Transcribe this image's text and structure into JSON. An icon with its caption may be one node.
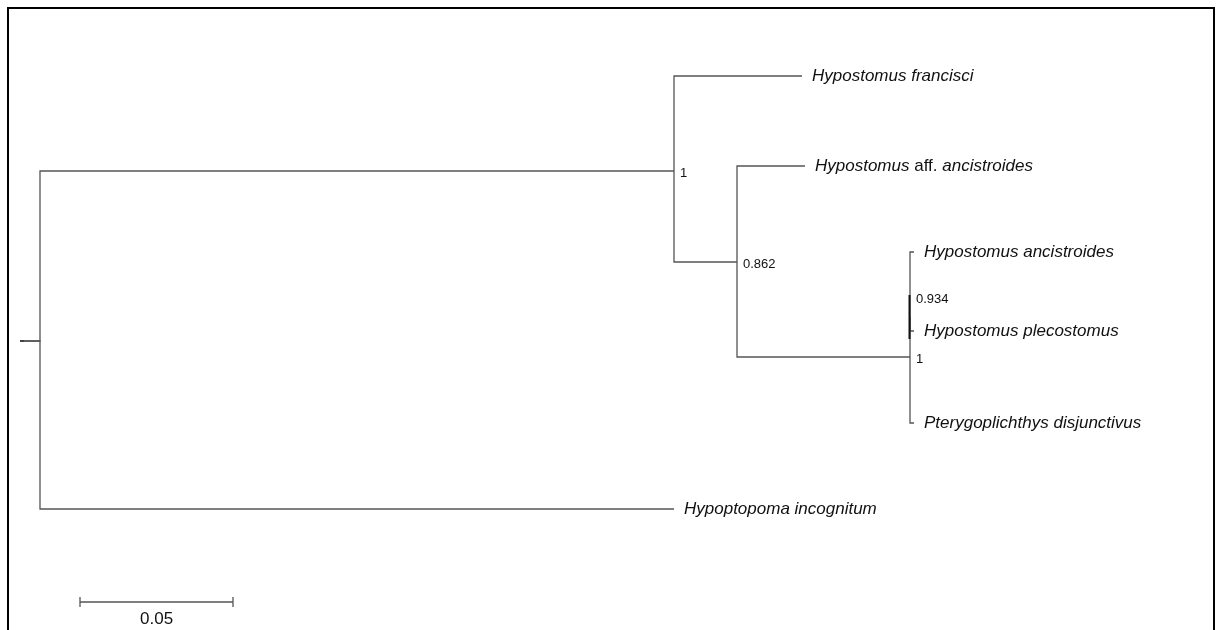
{
  "diagram": {
    "nodes": [
      {
        "text": [],
        "shape": "point"
      },
      {
        "text": [
          "Hypostomus francisci"
        ]
      },
      {
        "text": [
          "1"
        ]
      },
      {
        "text": [
          "*Hypostomus* aff. *ancistroides*"
        ]
      },
      {
        "text": [
          "0.862"
        ]
      },
      {
        "text": [
          "Hypostomus ancistroides"
        ]
      },
      {
        "text": [
          "0.934"
        ]
      },
      {
        "text": [
          "Hypostomus plecostomus"
        ]
      },
      {
        "text": [
          "1"
        ]
      },
      {
        "text": [
          "Pterygoplichthys disjunctivus"
        ]
      },
      {
        "text": [
          "Hypoptopoma incognitum"
        ]
      }
    ],
    "edges": [
      {
        "from": 0,
        "to": 2,
        "arrow": "none"
      },
      {
        "from": 0,
        "to": 10,
        "arrow": "none"
      },
      {
        "from": 2,
        "to": 1,
        "arrow": "none"
      },
      {
        "from": 2,
        "to": 4,
        "arrow": "none"
      },
      {
        "from": 4,
        "to": 3,
        "arrow": "none"
      },
      {
        "from": 4,
        "to": 8,
        "arrow": "none"
      },
      {
        "from": 8,
        "to": 6,
        "arrow": "none"
      },
      {
        "from": 8,
        "to": 9,
        "arrow": "none"
      },
      {
        "from": 6,
        "to": 5,
        "arrow": "none"
      },
      {
        "from": 6,
        "to": 7,
        "arrow": "none"
      }
    ],
    "labels": [
      "0.05"
    ]
  }
}
